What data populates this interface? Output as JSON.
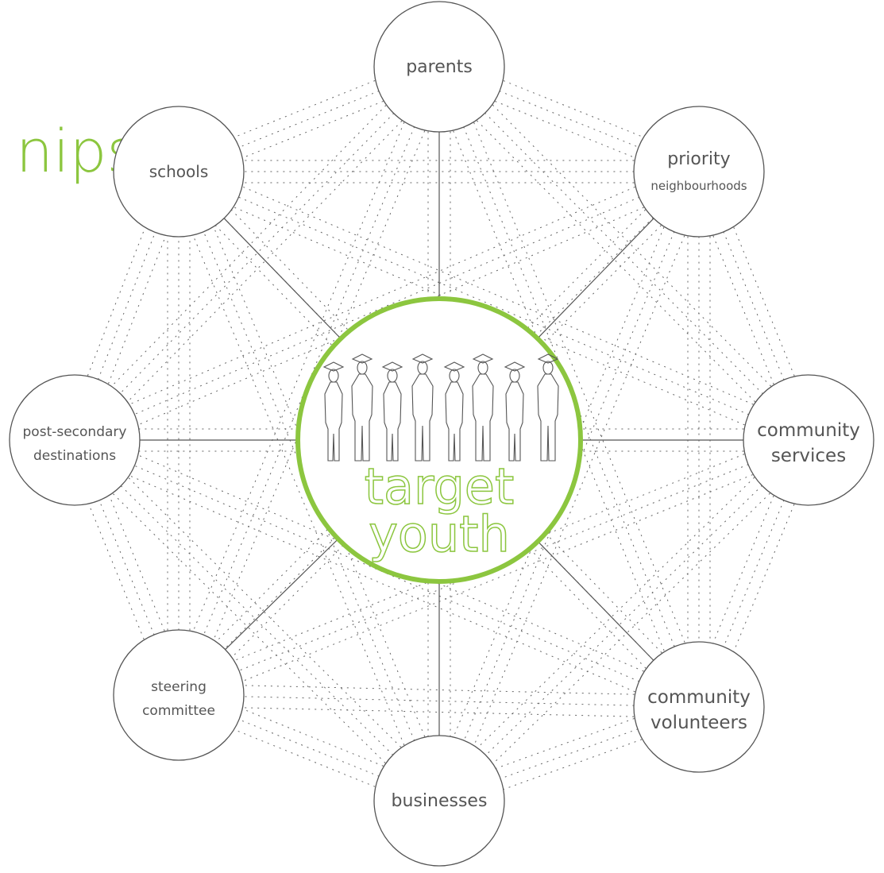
{
  "diagram": {
    "partial_title": "nips",
    "center": {
      "line1": "target",
      "line2": "youth",
      "ring_color": "#8cc63f",
      "figure_icon": "graduates-silhouette-icon"
    },
    "nodes": [
      {
        "id": "parents",
        "lines": [
          "parents"
        ]
      },
      {
        "id": "priority-neighbourhoods",
        "lines": [
          "priority",
          "neighbourhoods"
        ]
      },
      {
        "id": "community-services",
        "lines": [
          "community",
          "services"
        ]
      },
      {
        "id": "community-volunteers",
        "lines": [
          "community",
          "volunteers"
        ]
      },
      {
        "id": "businesses",
        "lines": [
          "businesses"
        ]
      },
      {
        "id": "steering-committee",
        "lines": [
          "steering",
          "committee"
        ]
      },
      {
        "id": "post-secondary-destinations",
        "lines": [
          "post-secondary",
          "destinations"
        ]
      },
      {
        "id": "schools",
        "lines": [
          "schools"
        ]
      }
    ],
    "colors": {
      "accent": "#8cc63f",
      "line": "#555555"
    }
  }
}
